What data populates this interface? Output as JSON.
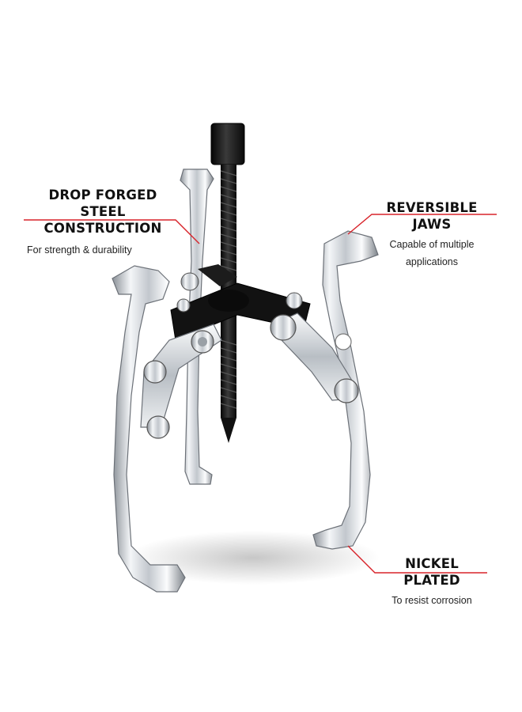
{
  "callouts": {
    "drop_forged": {
      "title_line1": "DROP FORGED",
      "title_line2": "STEEL CONSTRUCTION",
      "subtitle": "For strength & durability"
    },
    "reversible": {
      "title": "REVERSIBLE JAWS",
      "subtitle_line1": "Capable of multiple",
      "subtitle_line2": "applications"
    },
    "nickel": {
      "title": "NICKEL PLATED",
      "subtitle": "To resist corrosion"
    }
  },
  "colors": {
    "accent_line": "#d8232a",
    "background": "#ffffff",
    "text": "#111111",
    "chrome": "#d9dde2",
    "black_steel": "#141414"
  },
  "product": "three-jaw-gear-puller-icon"
}
